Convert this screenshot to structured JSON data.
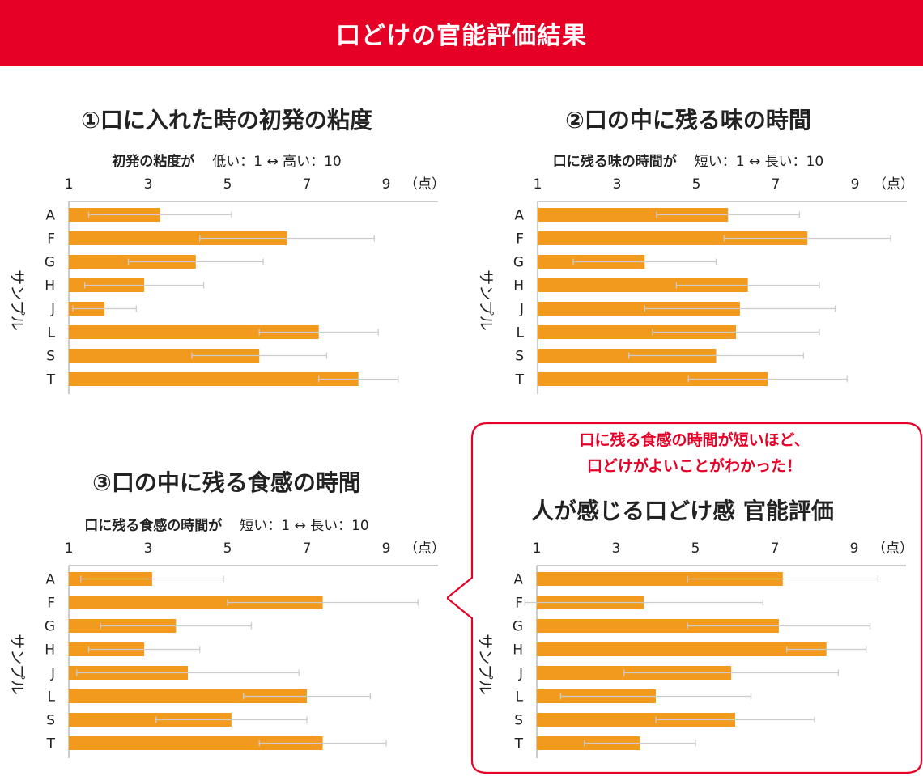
{
  "header": {
    "title": "口どけの官能評価結果"
  },
  "panels": [
    {
      "title": "①口に入れた時の初発の粘度",
      "scale_lead": "初発の粘度が",
      "scale_range": "低い：1 ↔ 高い：10"
    },
    {
      "title": "②口の中に残る味の時間",
      "scale_lead": "口に残る味の時間が",
      "scale_range": "短い：1 ↔ 長い：10"
    },
    {
      "title": "③口の中に残る食感の時間",
      "scale_lead": "口に残る食感の時間が",
      "scale_range": "短い：1 ↔ 長い：10"
    }
  ],
  "callout": {
    "line1": "口に残る食感の時間が短いほど、",
    "line2": "口どけがよいことがわかった！",
    "chart_title": "人が感じる口どけ感 官能評価",
    "border_color": "#e60026"
  },
  "colors": {
    "bar": "#f29a1e",
    "error_bar": "#cccccc",
    "axis": "#bbbbbb",
    "accent": "#e60026"
  },
  "chart_data": [
    {
      "type": "bar",
      "orientation": "horizontal",
      "title": "①口に入れた時の初発の粘度",
      "ylabel": "サンプル",
      "xunit": "（点）",
      "xticks": [
        1,
        3,
        5,
        7,
        9
      ],
      "xlim": [
        1,
        10
      ],
      "categories": [
        "A",
        "F",
        "G",
        "H",
        "J",
        "L",
        "S",
        "T"
      ],
      "values": [
        3.3,
        6.5,
        4.2,
        2.9,
        1.9,
        7.3,
        5.8,
        8.3
      ],
      "errors": [
        1.8,
        2.2,
        1.7,
        1.5,
        0.8,
        1.5,
        1.7,
        1.0
      ]
    },
    {
      "type": "bar",
      "orientation": "horizontal",
      "title": "②口の中に残る味の時間",
      "ylabel": "サンプル",
      "xunit": "（点）",
      "xticks": [
        1,
        3,
        5,
        7,
        9
      ],
      "xlim": [
        1,
        10
      ],
      "categories": [
        "A",
        "F",
        "G",
        "H",
        "J",
        "L",
        "S",
        "T"
      ],
      "values": [
        5.8,
        7.8,
        3.7,
        6.3,
        6.1,
        6.0,
        5.5,
        6.8
      ],
      "errors": [
        1.8,
        2.1,
        1.8,
        1.8,
        2.4,
        2.1,
        2.2,
        2.0
      ]
    },
    {
      "type": "bar",
      "orientation": "horizontal",
      "title": "③口の中に残る食感の時間",
      "ylabel": "サンプル",
      "xunit": "（点）",
      "xticks": [
        1,
        3,
        5,
        7,
        9
      ],
      "xlim": [
        1,
        10
      ],
      "categories": [
        "A",
        "F",
        "G",
        "H",
        "J",
        "L",
        "S",
        "T"
      ],
      "values": [
        3.1,
        7.4,
        3.7,
        2.9,
        4.0,
        7.0,
        5.1,
        7.4
      ],
      "errors": [
        1.8,
        2.4,
        1.9,
        1.4,
        2.8,
        1.6,
        1.9,
        1.6
      ]
    },
    {
      "type": "bar",
      "orientation": "horizontal",
      "title": "人が感じる口どけ感 官能評価",
      "ylabel": "サンプル",
      "xunit": "（点）",
      "xticks": [
        1,
        3,
        5,
        7,
        9
      ],
      "xlim": [
        1,
        10
      ],
      "categories": [
        "A",
        "F",
        "G",
        "H",
        "J",
        "L",
        "S",
        "T"
      ],
      "values": [
        7.2,
        3.7,
        7.1,
        8.3,
        5.9,
        4.0,
        6.0,
        3.6
      ],
      "errors": [
        2.4,
        3.0,
        2.3,
        1.0,
        2.7,
        2.4,
        2.0,
        1.4
      ]
    }
  ]
}
